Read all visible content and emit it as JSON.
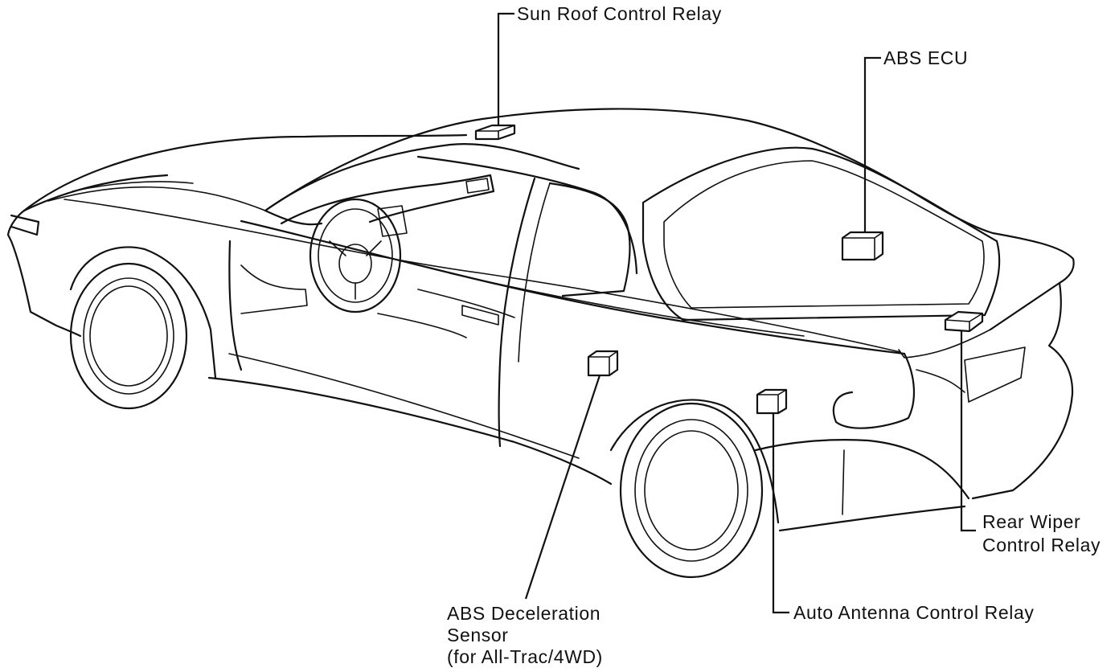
{
  "labels": {
    "sun_roof_relay": "Sun Roof Control Relay",
    "abs_ecu": "ABS ECU",
    "rear_wiper_line1": "Rear Wiper",
    "rear_wiper_line2": "Control Relay",
    "abs_sensor_line1": "ABS Deceleration",
    "abs_sensor_line2": "Sensor",
    "abs_sensor_line3": "(for All-Trac/4WD)",
    "auto_antenna_relay": "Auto Antenna Control Relay"
  }
}
